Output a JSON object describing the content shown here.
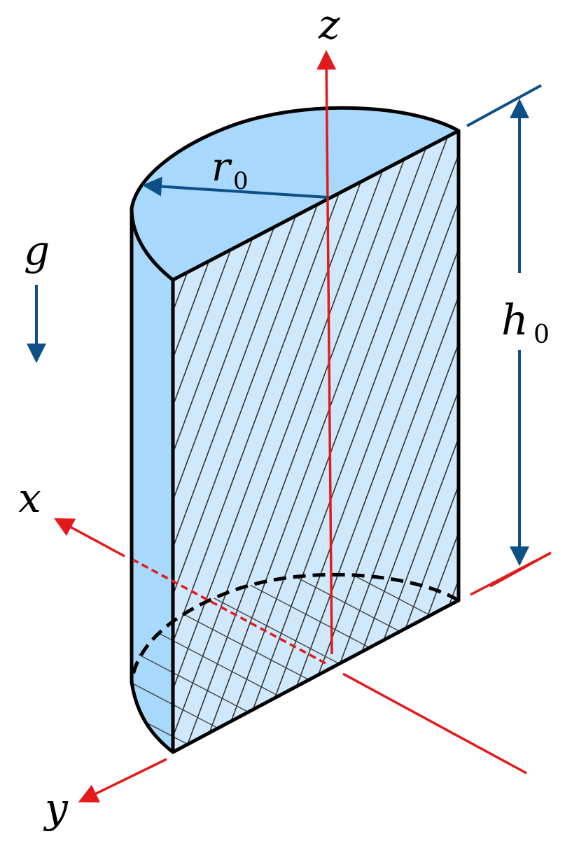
{
  "labels": {
    "z": "z",
    "x": "x",
    "y": "y",
    "g": "g",
    "r_main": "r",
    "r_sub": "0",
    "h_main": "h",
    "h_sub": "0"
  },
  "colors": {
    "fill_top": "#a8d8fb",
    "fill_side": "#a8d8fb",
    "fill_face": "#cfe8fb",
    "axis": "#e31a1c",
    "dimension": "#0d4f86",
    "outline": "#000000"
  }
}
